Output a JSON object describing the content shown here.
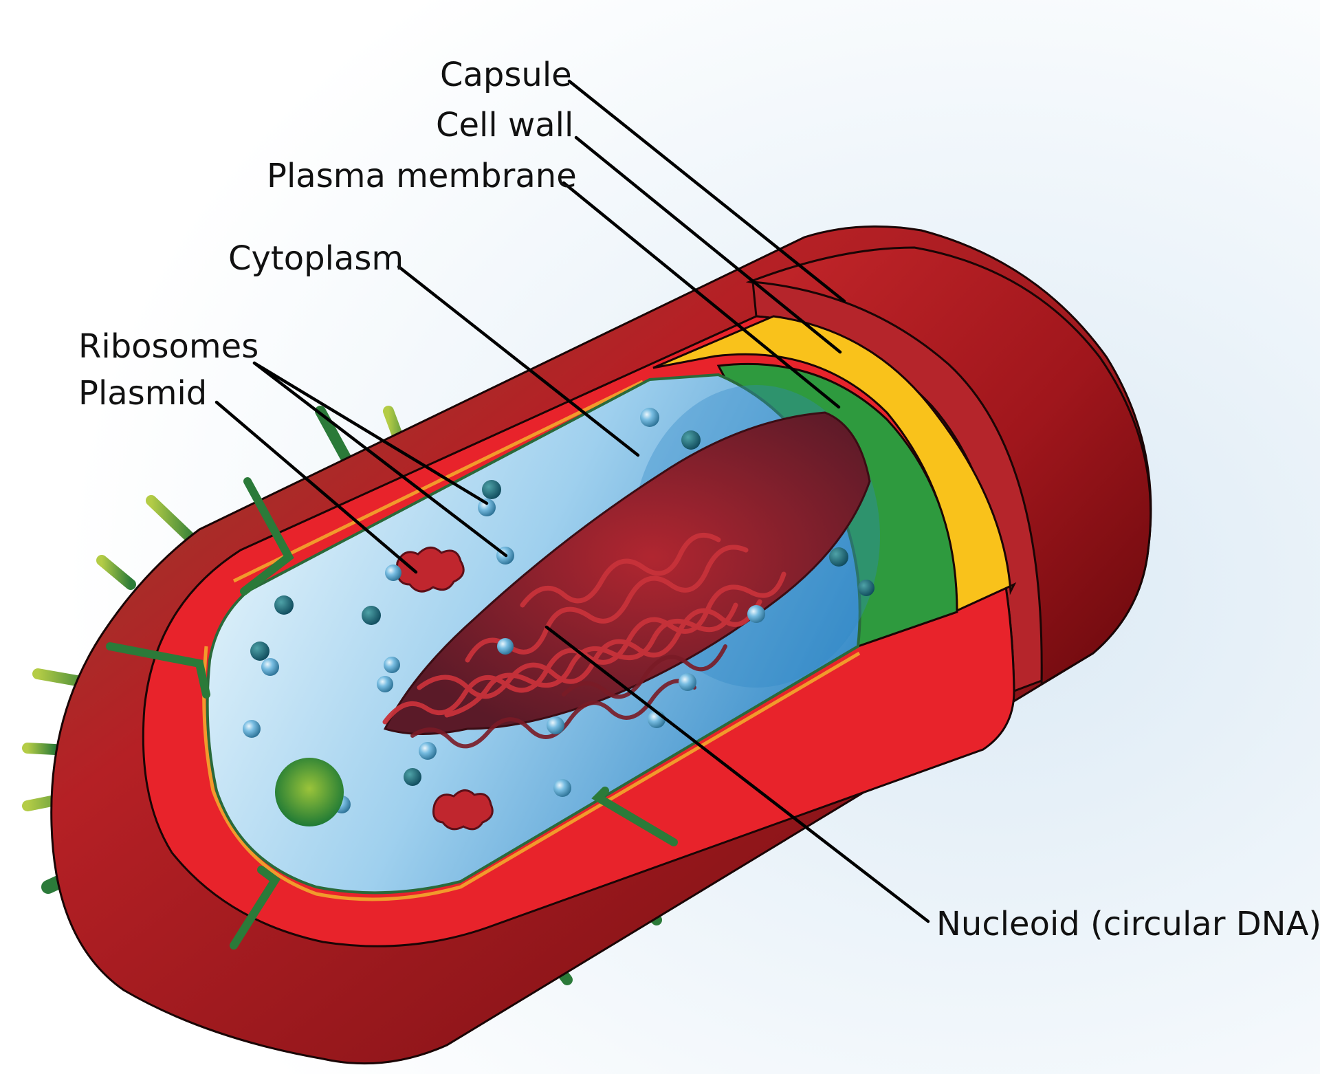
{
  "diagram": {
    "labels": {
      "capsule": "Capsule",
      "cell_wall": "Cell wall",
      "plasma_membrane": "Plasma membrane",
      "cytoplasm": "Cytoplasm",
      "ribosomes": "Ribosomes",
      "plasmid": "Plasmid",
      "nucleoid": "Nucleoid (circular DNA)"
    },
    "colors": {
      "capsule": "#b52025",
      "capsule_dark": "#6e0c10",
      "capsule_light": "#8a4a32",
      "cell_wall": "#e8232b",
      "cell_wall_cut": "#f9c21b",
      "plasma_membrane": "#2e9a3e",
      "membrane_outline": "#f29a2c",
      "cytoplasm_light": "#d4ecf8",
      "cytoplasm_dark": "#3b9ad6",
      "dna": "#b3222b",
      "dna_dark": "#5c1b25",
      "ribosome": "#5aa6d2",
      "ribosome_dark": "#155a6e",
      "pili": "#2b7a39",
      "pili_light": "#a6c33a",
      "inclusion": "#3a9a3e"
    }
  }
}
